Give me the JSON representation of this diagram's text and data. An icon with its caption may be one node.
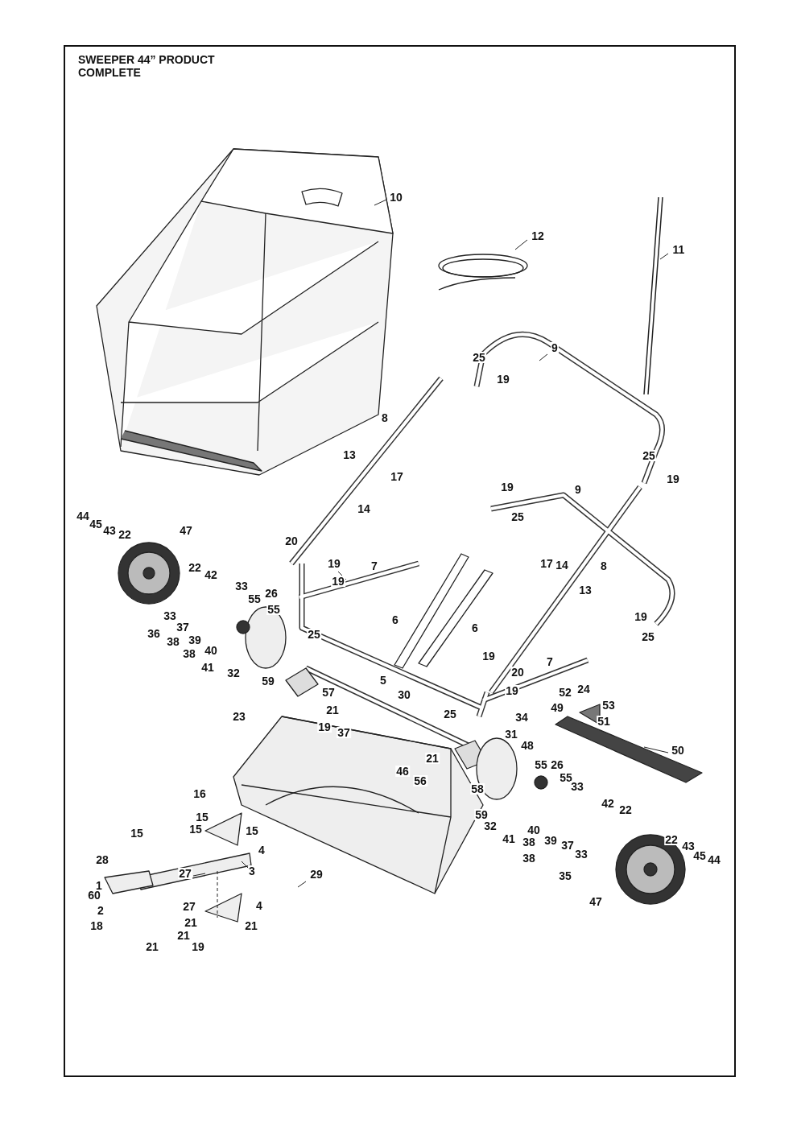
{
  "diagram": {
    "title": "SWEEPER 44” PRODUCT COMPLETE",
    "labels": [
      "10",
      "12",
      "11",
      "9",
      "25",
      "19",
      "8",
      "13",
      "25",
      "17",
      "19",
      "19",
      "9",
      "14",
      "25",
      "44",
      "45",
      "43",
      "22",
      "47",
      "20",
      "17",
      "14",
      "8",
      "19",
      "7",
      "22",
      "42",
      "19",
      "13",
      "33",
      "55",
      "26",
      "55",
      "33",
      "37",
      "36",
      "38",
      "39",
      "40",
      "38",
      "6",
      "6",
      "19",
      "25",
      "25",
      "41",
      "32",
      "19",
      "5",
      "7",
      "20",
      "59",
      "57",
      "19",
      "52",
      "24",
      "30",
      "21",
      "53",
      "49",
      "51",
      "25",
      "34",
      "23",
      "19",
      "37",
      "31",
      "48",
      "50",
      "21",
      "46",
      "56",
      "55",
      "26",
      "55",
      "33",
      "58",
      "16",
      "59",
      "15",
      "15",
      "15",
      "15",
      "42",
      "22",
      "32",
      "4",
      "28",
      "22",
      "40",
      "41",
      "38",
      "39",
      "37",
      "43",
      "45",
      "44",
      "33",
      "38",
      "35",
      "1",
      "27",
      "3",
      "29",
      "60",
      "2",
      "4",
      "27",
      "18",
      "21",
      "21",
      "21",
      "21",
      "19",
      "47"
    ]
  }
}
